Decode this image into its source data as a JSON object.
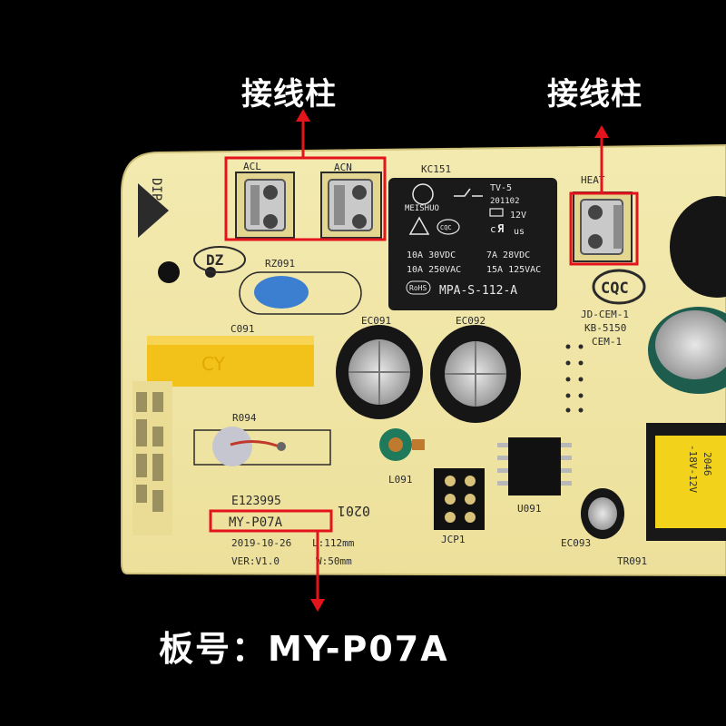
{
  "callouts": {
    "left_terminal_label": "接线柱",
    "right_terminal_label": "接线柱",
    "board_number_label": "板号：MY-P07A"
  },
  "pcb": {
    "dip_mark": "DIP",
    "terminal_acl": "ACL",
    "terminal_acn": "ACN",
    "terminal_heat": "HEAT",
    "relay_ref": "KC151",
    "varistor_ref": "RZ091",
    "cap_ref": "C091",
    "cap_body_text": "CY",
    "ec091": "EC091",
    "ec092": "EC092",
    "r094": "R094",
    "l091": "L091",
    "jcp1": "JCP1",
    "u091": "U091",
    "ec093": "EC093",
    "tr091": "TR091",
    "e_number": "E123995",
    "board_model": "MY-P07A",
    "date": "2019-10-26",
    "length": "L:112mm",
    "version": "VER:V1.0",
    "width": "W:50mm",
    "rotated_code": "0201",
    "material_1": "JD-CEM-1",
    "material_2": "KB-5150",
    "material_3": "CEM-1",
    "cqc": "CQC",
    "relay": {
      "brand": "MEISHUO",
      "series": "TV-5",
      "code": "201102",
      "coil": "12V",
      "rating_1": "10A 30VDC",
      "rating_2": "10A 250VAC",
      "rating_3": "7A 28VDC",
      "rating_4": "15A 125VAC",
      "rohs": "RoHS",
      "model": "MPA-S-112-A",
      "cqc": "CQC",
      "us": "us"
    },
    "transformer_text": "-18V-12V",
    "transformer_code": "2046"
  },
  "colors": {
    "background": "#000000",
    "pcb": "#f0e6a6",
    "highlight_box": "#e3141b",
    "arrow": "#e3141b",
    "label_text": "#ffffff",
    "relay_body": "#1a1a1a",
    "y_cap": "#f2c21a"
  }
}
